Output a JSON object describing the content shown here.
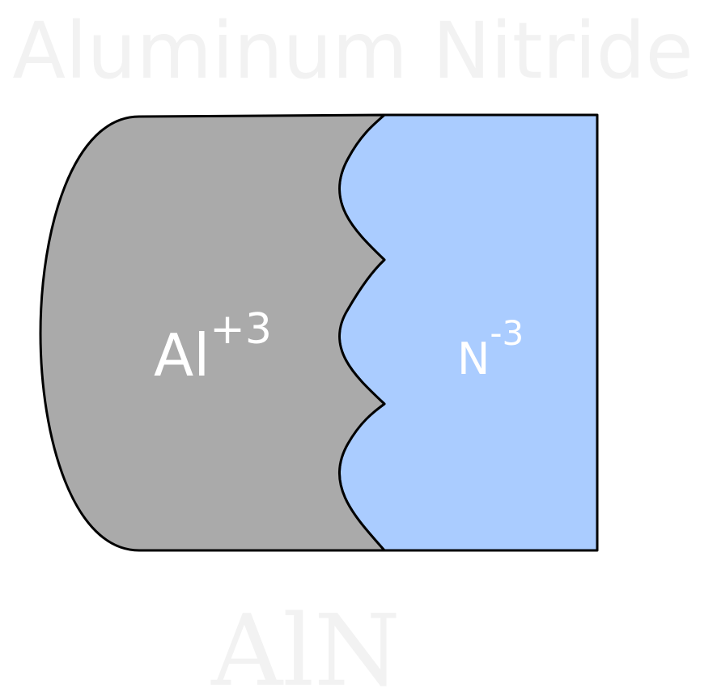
{
  "title": "Aluminum Nitride",
  "formula": "AlN",
  "left_ion": {
    "symbol": "Al",
    "charge": "+3",
    "fill": "#aaaaaa"
  },
  "right_ion": {
    "symbol": "N",
    "charge": "-3",
    "fill": "#aaccff"
  },
  "colors": {
    "watermark_text": "#f2f2f2",
    "ion_label": "#ffffff",
    "outline": "#000000",
    "background": "#ffffff"
  }
}
